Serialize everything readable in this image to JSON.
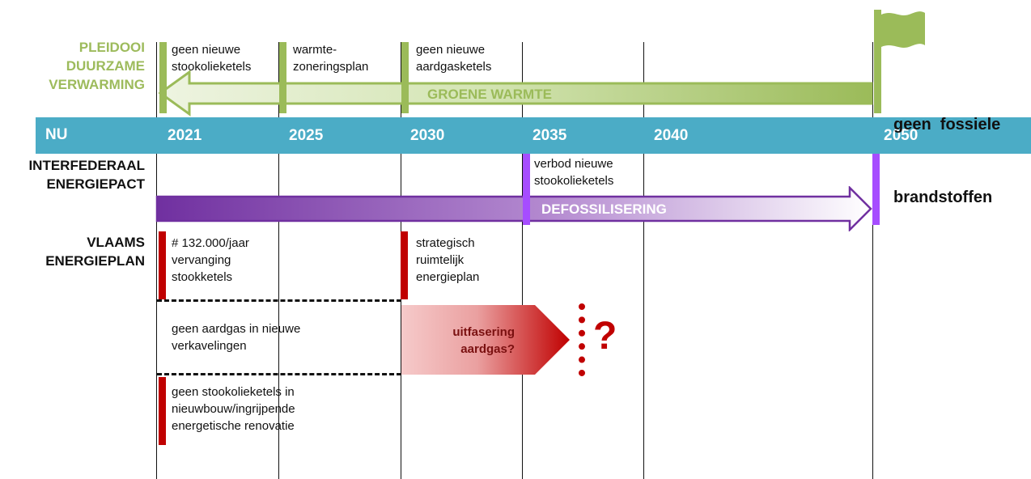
{
  "colors": {
    "timeline_band": "#4bacc6",
    "green": "#9dbb5c",
    "purple": "#7030a0",
    "red": "#c00000"
  },
  "rows": {
    "pleidooi": [
      "PLEIDOOI",
      "DUURZAME",
      "VERWARMING"
    ],
    "interfederaal": [
      "INTERFEDERAAL",
      "ENERGIEPACT"
    ],
    "vlaams": [
      "VLAAMS",
      "ENERGIEPLAN"
    ]
  },
  "timeline": {
    "start": "NU",
    "years": [
      "2021",
      "2025",
      "2030",
      "2035",
      "2040",
      "2050"
    ]
  },
  "pleidooi_events": {
    "e2021": [
      "geen nieuwe",
      "stookolieketels"
    ],
    "e2025": [
      "warmte-",
      "zoneringsplan"
    ],
    "e2030": [
      "geen nieuwe",
      "aardgasketels"
    ],
    "e2050": [
      "geen  fossiele",
      "brandstoffen"
    ]
  },
  "arrows": {
    "green": "GROENE WARMTE",
    "purple": "DEFOSSILISERING"
  },
  "pact_events": {
    "e2035": [
      "verbod nieuwe",
      "stookolieketels"
    ]
  },
  "vlaams_events": {
    "e2021": [
      "# 132.000/jaar",
      "vervanging",
      "stookketels"
    ],
    "e2030": [
      "strategisch",
      "ruimtelijk",
      "energieplan"
    ],
    "box_middle": [
      "geen aardgas in nieuwe",
      "verkavelingen"
    ],
    "box_bottom": [
      "geen stookolieketels in",
      "nieuwbouw/ingrijpende",
      "energetische renovatie"
    ],
    "phaseout": [
      "uitfasering",
      "aardgas?"
    ],
    "question": "?"
  },
  "icons": {
    "flag": "flag-icon"
  }
}
